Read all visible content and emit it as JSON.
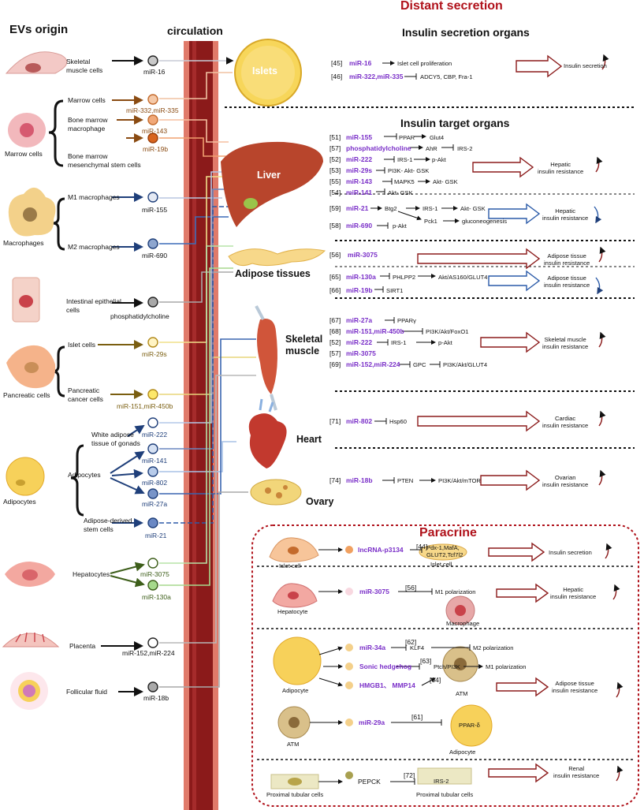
{
  "headers": {
    "evs_origin": "EVs origin",
    "circulation": "circulation",
    "distant_secretion": "Distant secretion",
    "insulin_secretion_organs": "Insulin secretion organs",
    "insulin_target_organs": "Insulin target organs",
    "paracrine": "Paracrine"
  },
  "sources": [
    {
      "label": "Skeletal\nmuscle cells",
      "mir": "miR-16"
    },
    {
      "label": "Marrow cells",
      "mir": "miR-332,miR-335"
    },
    {
      "label": "Bone marrow\nmacrophage",
      "mir": "miR-143"
    },
    {
      "label": "Bone marrow\nmesenchymal stem cells",
      "mir": "miR-19b"
    },
    {
      "label": "M1 macrophages",
      "mir": "miR-155"
    },
    {
      "label": "M2 macrophages",
      "mir": "miR-690"
    },
    {
      "label": "Intestinal epithelial\ncells",
      "mir": "phosphatidylcholine"
    },
    {
      "label": "Islet cells",
      "mir": "miR-29s"
    },
    {
      "label": "Pancreatic\ncancer cells",
      "mir": "miR-151,miR-450b"
    },
    {
      "label": "White adipose\ntissue of gonads",
      "mir": "miR-222"
    },
    {
      "label": "Adipocytes",
      "mir": "miR-141"
    },
    {
      "label": "",
      "mir": "miR-802"
    },
    {
      "label": "",
      "mir": "miR-27a"
    },
    {
      "label": "Adipose-derived\nstem cells",
      "mir": "miR-21"
    },
    {
      "label": "Hepatocytes",
      "mir": "miR-3075"
    },
    {
      "label": "",
      "mir": "miR-130a"
    },
    {
      "label": "Placenta",
      "mir": "miR-152,miR-224"
    },
    {
      "label": "Follicular fluid",
      "mir": "miR-18b"
    }
  ],
  "cell_groups": {
    "marrow": "Marrow cells",
    "macrophages": "Macrophages",
    "pancreatic": "Pancreatic  cells",
    "adipocytes": "Adipocytes"
  },
  "organs": {
    "islets": "Islets",
    "liver": "Liver",
    "adipose": "Adipose tissues",
    "skeletal": "Skeletal\nmuscle",
    "heart": "Heart",
    "ovary": "Ovary"
  },
  "distant_rows": [
    {
      "ref": "[45]",
      "mir": "miR-16",
      "path": "Islet cell proliferation"
    },
    {
      "ref": "[46]",
      "mir": "miR-322,miR-335",
      "path": "ADCY5, CBP, Fra-1"
    },
    {
      "ref": "[51]",
      "mir": "miR-155",
      "path": "PPAR",
      "path2": "Glut4"
    },
    {
      "ref": "[57]",
      "mir": "phosphatidylcholine",
      "path": "AhR",
      "path2": "IRS-2"
    },
    {
      "ref": "[52]",
      "mir": "miR-222",
      "path": "IRS-1",
      "path2": "p-Akt"
    },
    {
      "ref": "[53]",
      "mir": "miR-29s",
      "path": "PI3K- Akt- GSK"
    },
    {
      "ref": "[55]",
      "mir": "miR-143",
      "path": "MAPK5",
      "path2": "Akt- GSK"
    },
    {
      "ref": "[54]",
      "mir": "miR-141",
      "path": "Akt- GSK"
    },
    {
      "ref": "[59]",
      "mir": "miR-21",
      "path": "Btg2",
      "path2": "IRS-1",
      "path3": "Akt- GSK",
      "path4": "Pck1",
      "path5": "gluconeogenesis"
    },
    {
      "ref": "[58]",
      "mir": "miR-690",
      "path": "p-Akt"
    },
    {
      "ref": "[56]",
      "mir": "miR-3075"
    },
    {
      "ref": "[65]",
      "mir": "miR-130a",
      "path": "PHLPP2",
      "path2": "Akt/AS160/GLUT4"
    },
    {
      "ref": "[66]",
      "mir": "miR-19b",
      "path": "SIRT1"
    },
    {
      "ref": "[67]",
      "mir": "miR-27a",
      "path": "PPARγ"
    },
    {
      "ref": "[68]",
      "mir": "miR-151,miR-450b",
      "path": "PI3K/Akt/FoxO1"
    },
    {
      "ref": "[52]",
      "mir": "miR-222",
      "path": "IRS-1",
      "path2": "p-Akt"
    },
    {
      "ref": "[57]",
      "mir": "miR-3075"
    },
    {
      "ref": "[69]",
      "mir": "miR-152,miR-224",
      "path": "GPC",
      "path2": "PI3K/Akt/GLUT4"
    },
    {
      "ref": "[71]",
      "mir": "miR-802",
      "path": "Hsp60"
    },
    {
      "ref": "[74]",
      "mir": "miR-18b",
      "path": "PTEN",
      "path2": "PI3K/Akt/mTOR"
    }
  ],
  "outcomes": {
    "insulin_secretion": "Insulin secretion",
    "hepatic_ir": "Hepatic\ninsulin resistance",
    "hepatic_ir2": "Hepatic\ninsulin resistance",
    "adipose_ir": "Adipose tissue\ninsulin resistance",
    "adipose_ir2": "Adipose tissue\ninsulin resistance",
    "skeletal_ir": "Skeletal muscle\ninsulin resistance",
    "cardiac_ir": "Cardiac\ninsulin resistance",
    "ovarian_ir": "Ovarian\ninsulin resistance"
  },
  "paracrine": {
    "islet_cell": "Islet cell",
    "lnc": "lncRNA-p3134",
    "ref44": "[44]",
    "pdx": "Pdx-1,MafA,\nGLUT2,Tcf7l2",
    "islet_cell2": "Islet cell",
    "ins_sec": "Insulin secretion",
    "hepatocyte": "Hepatocyte",
    "mir3075": "miR-3075",
    "ref56": "[56]",
    "m1pol": "M1 polarization",
    "macrophage": "Macrophage",
    "hep_ir": "Hepatic\ninsulin resistance",
    "adipocyte": "Adipocyte",
    "mir34a": "miR-34a",
    "ref62": "[62]",
    "klf4": "KLF4",
    "m2pol": "M2 polarization",
    "shh": "Sonic hedgehog",
    "ref63": "[63]",
    "ptch": "Ptch/PI3K",
    "m1pol2": "M1 polarization",
    "hmgb": "HMGB1、 MMP14",
    "ref64": "[64]",
    "atm": "ATM",
    "adi_ir": "Adipose tissue\ninsulin resistance",
    "atm2": "ATM",
    "mir29a": "miR-29a",
    "ref61": "[61]",
    "ppard": "PPAR-δ",
    "adipocyte2": "Adipocyte",
    "pepck": "PEPCK",
    "ref72": "[72]",
    "irs2": "IRS-2",
    "prox1": "Proximal tubular cells",
    "prox2": "Proximal tubular cells",
    "renal_ir": "Renal\ninsulin resistance"
  },
  "colors": {
    "vessel_outer": "#e07a6a",
    "vessel_inner": "#8b1a1a",
    "mir_purple": "#7a2fc8",
    "title_red": "#b0121b",
    "arrow_red": "#8b1a1a",
    "arrow_blue": "#2a5aa8"
  }
}
